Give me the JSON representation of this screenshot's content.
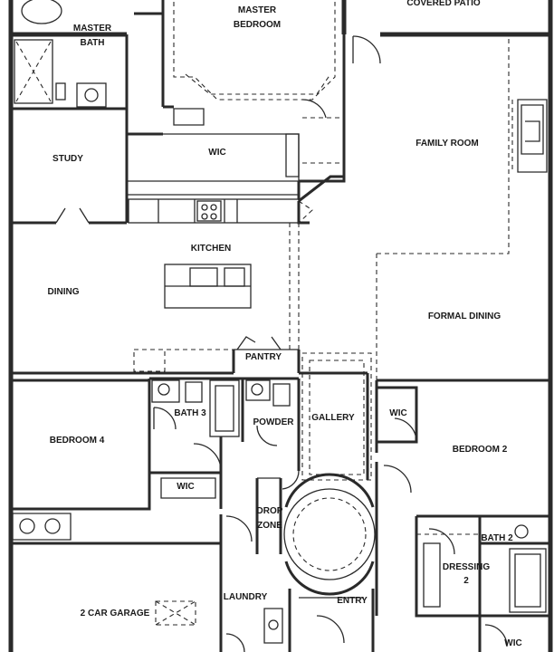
{
  "rooms": {
    "covered_patio": "COVERED PATIO",
    "master_bedroom_line1": "MASTER",
    "master_bedroom_line2": "BEDROOM",
    "master_bath_line1": "MASTER",
    "master_bath_line2": "BATH",
    "study": "STUDY",
    "wic_master": "WIC",
    "family_room": "FAMILY ROOM",
    "kitchen": "KITCHEN",
    "dining": "DINING",
    "formal_dining": "FORMAL DINING",
    "pantry": "PANTRY",
    "bath3": "BATH 3",
    "powder": "POWDER",
    "gallery": "GALLERY",
    "wic_bedroom2": "WIC",
    "bedroom4": "BEDROOM 4",
    "bedroom2": "BEDROOM 2",
    "wic_bedroom4": "WIC",
    "drop_zone_line1": "DROP",
    "drop_zone_line2": "ZONE",
    "bath2": "BATH 2",
    "dressing_line1": "DRESSING",
    "dressing_line2": "2",
    "garage": "2 CAR GARAGE",
    "laundry": "LAUNDRY",
    "entry": "ENTRY",
    "wic_bath2": "WIC"
  }
}
